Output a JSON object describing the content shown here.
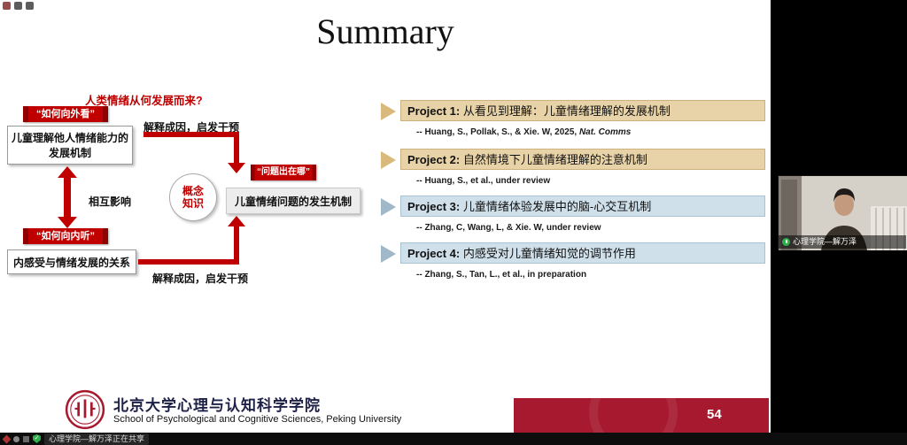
{
  "chrome": {
    "share_banner": "心理学院—解万泽正在共享",
    "participant_name": "心理学院—解万泽"
  },
  "slide": {
    "title": "Summary",
    "page_number": "54",
    "diagram": {
      "question": "人类情绪从何发展而来?",
      "ribbon_outward": "“如何向外看”",
      "box_outward": "儿童理解他人情绪能力的发展机制",
      "explain_top": "解释成因，启发干预",
      "mutual_influence": "相互影响",
      "circle_line1": "概念",
      "circle_line2": "知识",
      "ribbon_problem": "“问题出在哪”",
      "box_problem": "儿童情绪问题的发生机制",
      "ribbon_inward": "“如何向内听”",
      "box_inward": "内感受与情绪发展的关系",
      "explain_bottom": "解释成因，启发干预"
    },
    "projects": [
      {
        "label": "Project 1:",
        "title": " 从看见到理解：儿童情绪理解的发展机制",
        "citation": "-- Huang, S., Pollak, S., & Xie. W, 2025, ",
        "citation_italic": "Nat. Comms",
        "theme": "tan"
      },
      {
        "label": "Project 2:",
        "title": " 自然情境下儿童情绪理解的注意机制",
        "citation": "-- Huang, S., et al., under review",
        "citation_italic": "",
        "theme": "tan"
      },
      {
        "label": "Project 3:",
        "title": " 儿童情绪体验发展中的脑-心交互机制",
        "citation": "-- Zhang, C, Wang, L, & Xie. W, under review",
        "citation_italic": "",
        "theme": "blue"
      },
      {
        "label": "Project 4:",
        "title": " 内感受对儿童情绪知觉的调节作用",
        "citation": "-- Zhang, S., Tan, L., et al., in preparation",
        "citation_italic": "",
        "theme": "blue"
      }
    ],
    "footer": {
      "org_cn": "北京大学心理与认知科学学院",
      "org_en": "School of Psychological and Cognitive Sciences, Peking University"
    }
  },
  "colors": {
    "accent_red": "#c00000",
    "project_tan": "#e8d3a8",
    "project_blue": "#cfe0ea",
    "footer_red": "#a6192e",
    "mic_green": "#2eaf4b"
  }
}
